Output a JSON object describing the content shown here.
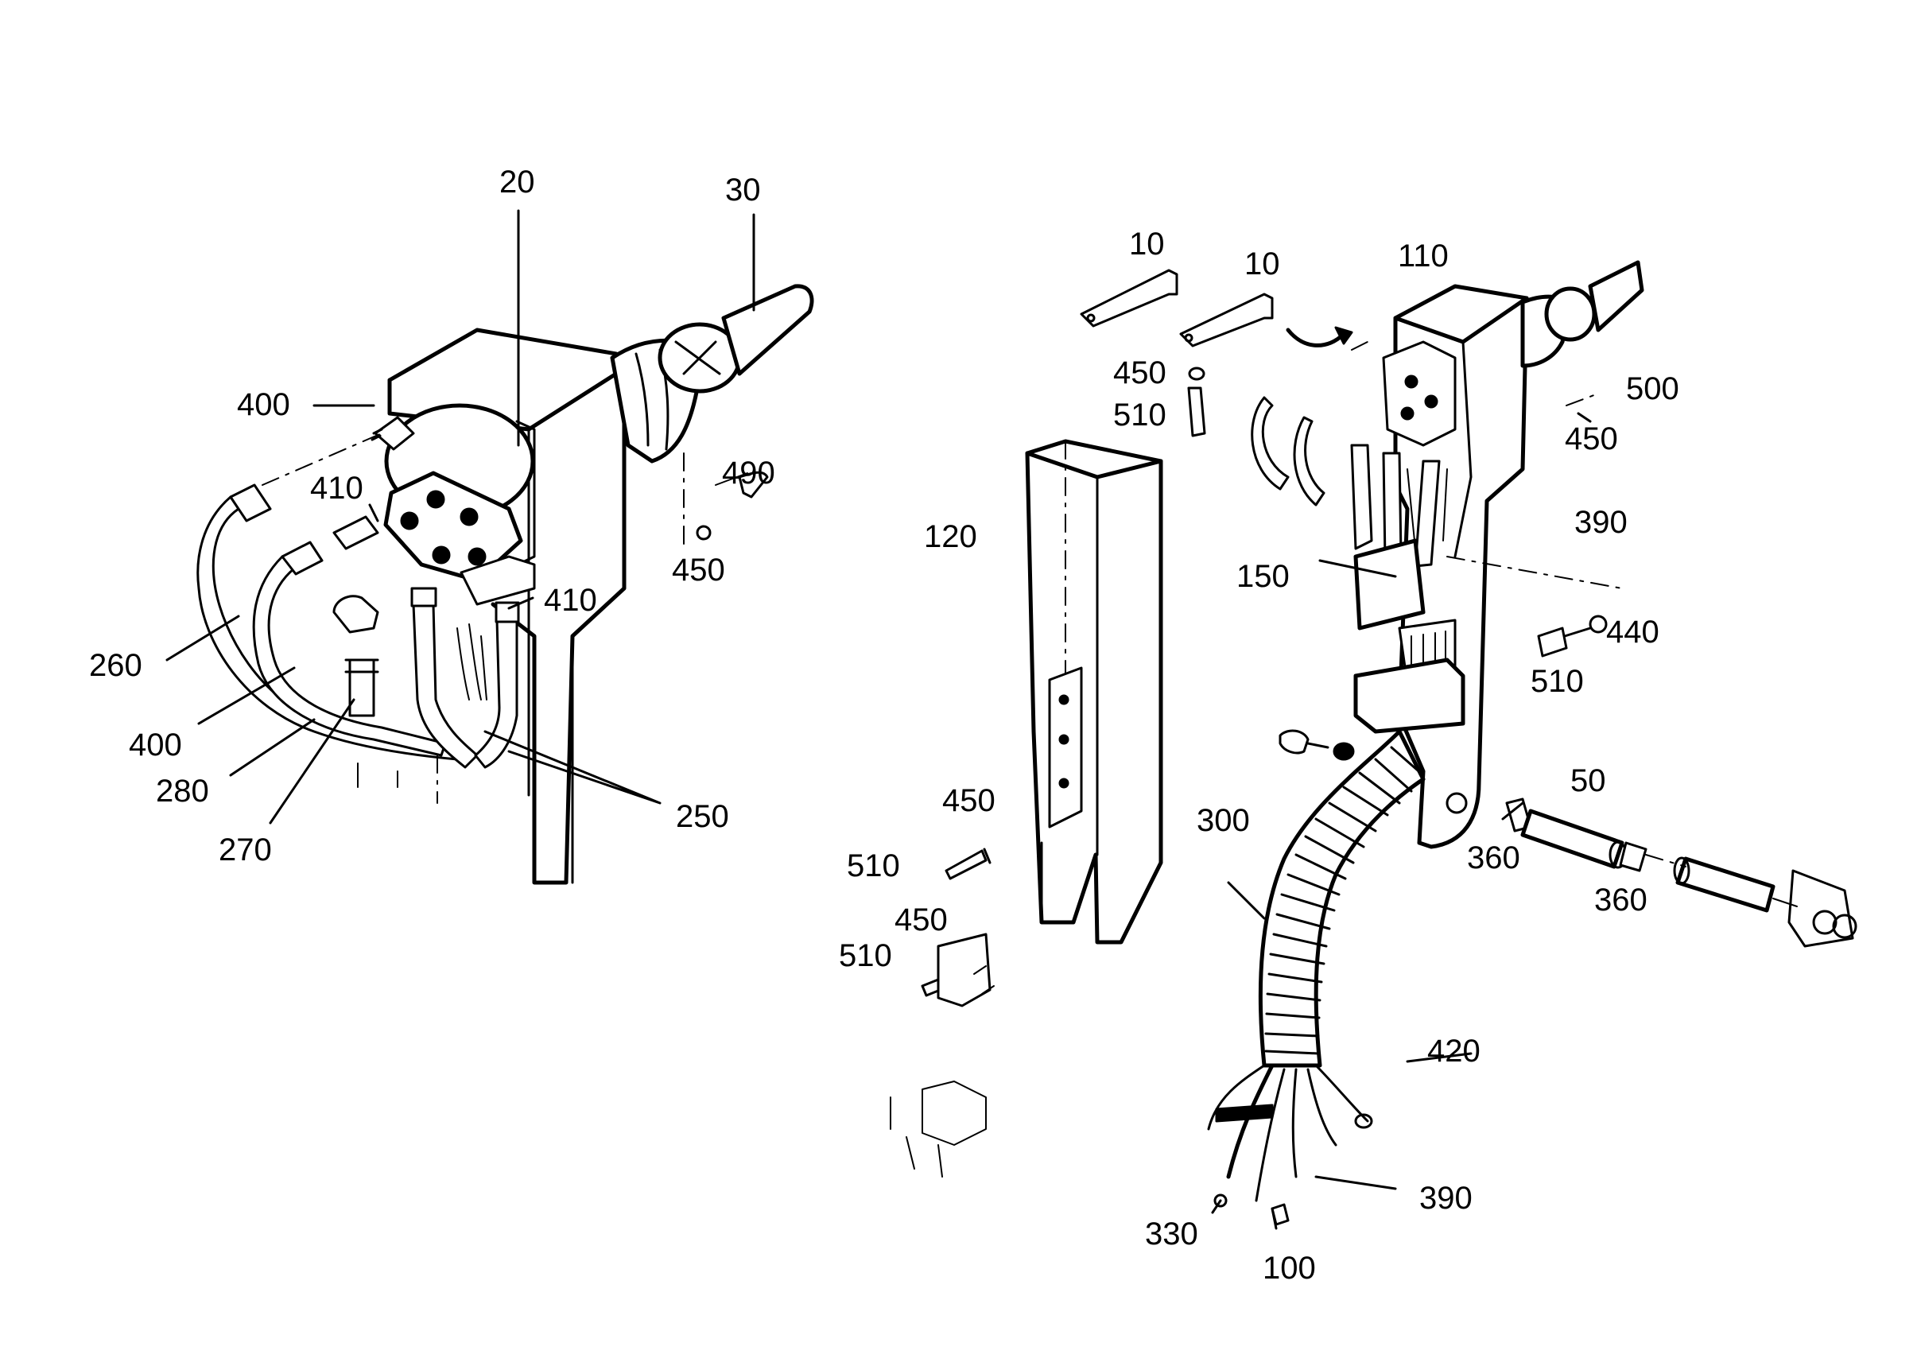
{
  "labels": {
    "l20": "20",
    "l30": "30",
    "l400a": "400",
    "l410a": "410",
    "l490": "490",
    "l450a": "450",
    "l260": "260",
    "l410b": "410",
    "l400b": "400",
    "l280": "280",
    "l270": "270",
    "l250": "250",
    "l10a": "10",
    "l10b": "10",
    "l110": "110",
    "l450b": "450",
    "l510a": "510",
    "l500": "500",
    "l450c": "450",
    "l120": "120",
    "l390a": "390",
    "l150": "150",
    "l440": "440",
    "l510b": "510",
    "l50": "50",
    "l450d": "450",
    "l510c": "510",
    "l300": "300",
    "l360a": "360",
    "l360b": "360",
    "l450e": "450",
    "l510d": "510",
    "l420": "420",
    "l390b": "390",
    "l330": "330",
    "l100": "100"
  }
}
